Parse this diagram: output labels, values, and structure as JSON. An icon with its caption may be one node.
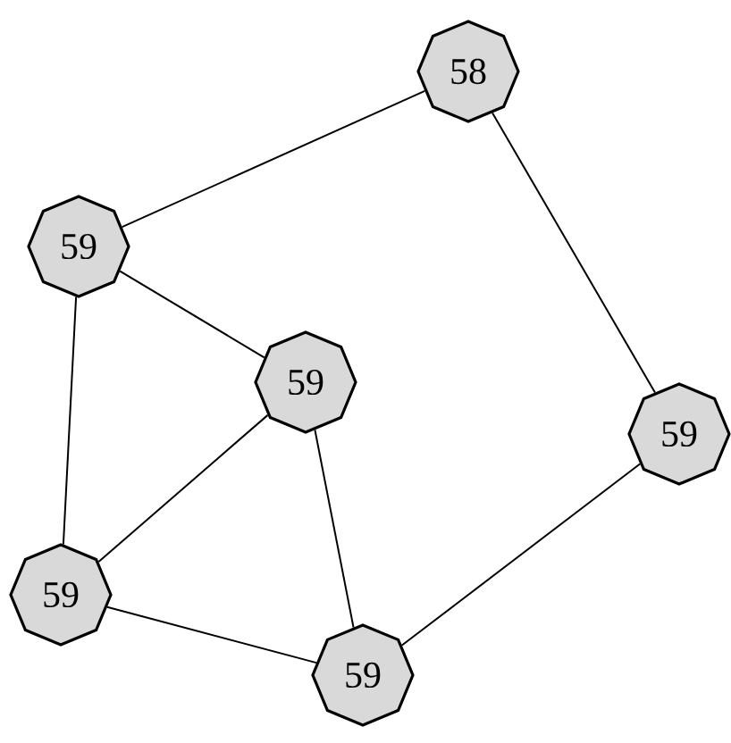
{
  "diagram": {
    "nodes": [
      {
        "text": [
          "58"
        ]
      },
      {
        "text": [
          "59"
        ]
      },
      {
        "text": [
          "59"
        ]
      },
      {
        "text": [
          "59"
        ]
      },
      {
        "text": [
          "59"
        ]
      },
      {
        "text": [
          "59"
        ]
      }
    ],
    "edges": [
      {
        "from": 0,
        "to": 1,
        "arrow": "none"
      },
      {
        "from": 0,
        "to": 3,
        "arrow": "none"
      },
      {
        "from": 1,
        "to": 2,
        "arrow": "none"
      },
      {
        "from": 1,
        "to": 4,
        "arrow": "none"
      },
      {
        "from": 2,
        "to": 4,
        "arrow": "none"
      },
      {
        "from": 2,
        "to": 5,
        "arrow": "none"
      },
      {
        "from": 4,
        "to": 5,
        "arrow": "none"
      },
      {
        "from": 3,
        "to": 5,
        "arrow": "none"
      }
    ]
  }
}
